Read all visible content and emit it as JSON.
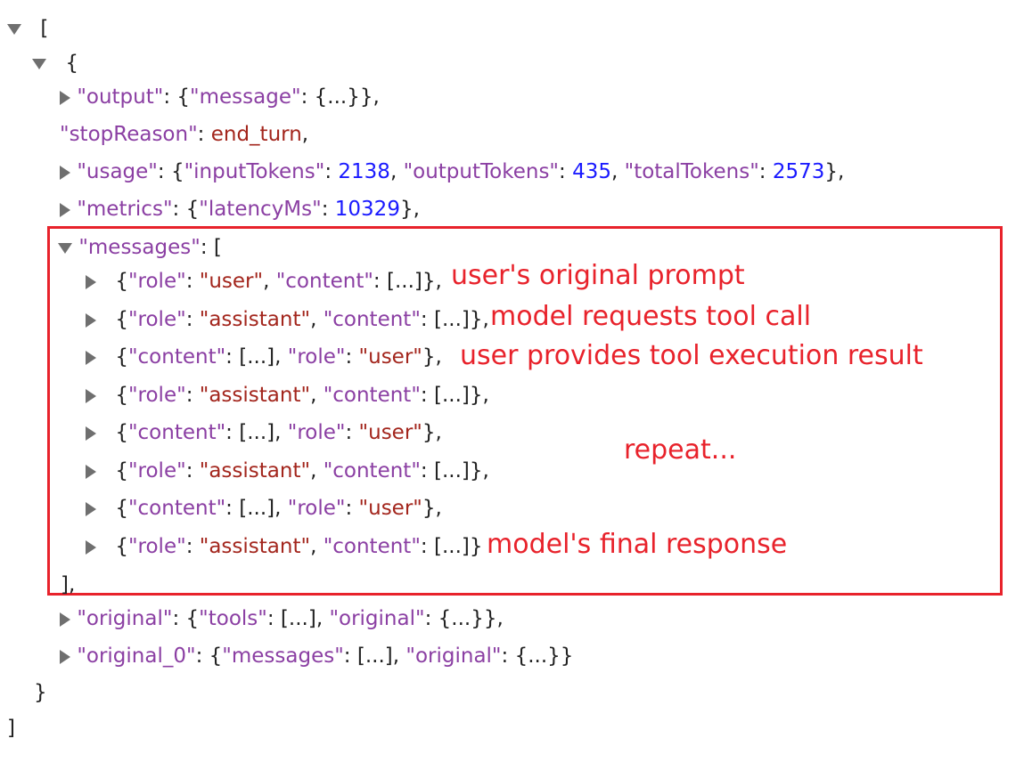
{
  "tree": {
    "root_open": "[",
    "root_close": "]",
    "obj_open": "{",
    "obj_close": "}",
    "output": {
      "key": "\"output\"",
      "sep": ": ",
      "summary_open": "{",
      "inner_key": "\"message\"",
      "inner_sep": ": ",
      "inner_val": "{...}",
      "summary_close": "},"
    },
    "stopReason": {
      "key": "\"stopReason\"",
      "sep": ": ",
      "value": "end_turn",
      "trail": ","
    },
    "usage": {
      "key": "\"usage\"",
      "sep": ": ",
      "open": "{",
      "k1": "\"inputTokens\"",
      "v1": "2138",
      "k2": "\"outputTokens\"",
      "v2": "435",
      "k3": "\"totalTokens\"",
      "v3": "2573",
      "close": "},"
    },
    "metrics": {
      "key": "\"metrics\"",
      "sep": ": ",
      "open": "{",
      "k1": "\"latencyMs\"",
      "v1": "10329",
      "close": "},"
    },
    "messages": {
      "key": "\"messages\"",
      "sep": ": ",
      "open": "[",
      "close": "],",
      "items": [
        {
          "a_key": "\"role\"",
          "a_val": "\"user\"",
          "b_key": "\"content\"",
          "b_val": "[...]",
          "trail": "},"
        },
        {
          "a_key": "\"role\"",
          "a_val": "\"assistant\"",
          "b_key": "\"content\"",
          "b_val": "[...]",
          "trail": "},"
        },
        {
          "a_key": "\"content\"",
          "a_val": "[...]",
          "b_key": "\"role\"",
          "b_val": "\"user\"",
          "trail": "},"
        },
        {
          "a_key": "\"role\"",
          "a_val": "\"assistant\"",
          "b_key": "\"content\"",
          "b_val": "[...]",
          "trail": "},"
        },
        {
          "a_key": "\"content\"",
          "a_val": "[...]",
          "b_key": "\"role\"",
          "b_val": "\"user\"",
          "trail": "},"
        },
        {
          "a_key": "\"role\"",
          "a_val": "\"assistant\"",
          "b_key": "\"content\"",
          "b_val": "[...]",
          "trail": "},"
        },
        {
          "a_key": "\"content\"",
          "a_val": "[...]",
          "b_key": "\"role\"",
          "b_val": "\"user\"",
          "trail": "},"
        },
        {
          "a_key": "\"role\"",
          "a_val": "\"assistant\"",
          "b_key": "\"content\"",
          "b_val": "[...]",
          "trail": "}"
        }
      ]
    },
    "original": {
      "key": "\"original\"",
      "sep": ": ",
      "open": "{",
      "k1": "\"tools\"",
      "v1": "[...]",
      "k2": "\"original\"",
      "v2": "{...}",
      "close": "},"
    },
    "original_0": {
      "key": "\"original_0\"",
      "sep": ": ",
      "open": "{",
      "k1": "\"messages\"",
      "v1": "[...]",
      "k2": "\"original\"",
      "v2": "{...}",
      "close": "}"
    }
  },
  "annotations": {
    "user_prompt": "user's original prompt",
    "tool_call": "model requests tool call",
    "tool_result": "user provides tool execution result",
    "repeat": "repeat...",
    "final_response": "model's final response"
  },
  "colors": {
    "key": "#8b3fa3",
    "string": "#a3261d",
    "number": "#1a1aff",
    "annotation": "#e8222b"
  },
  "icons": {
    "expanded": "triangle-down-icon",
    "collapsed": "triangle-right-icon"
  }
}
